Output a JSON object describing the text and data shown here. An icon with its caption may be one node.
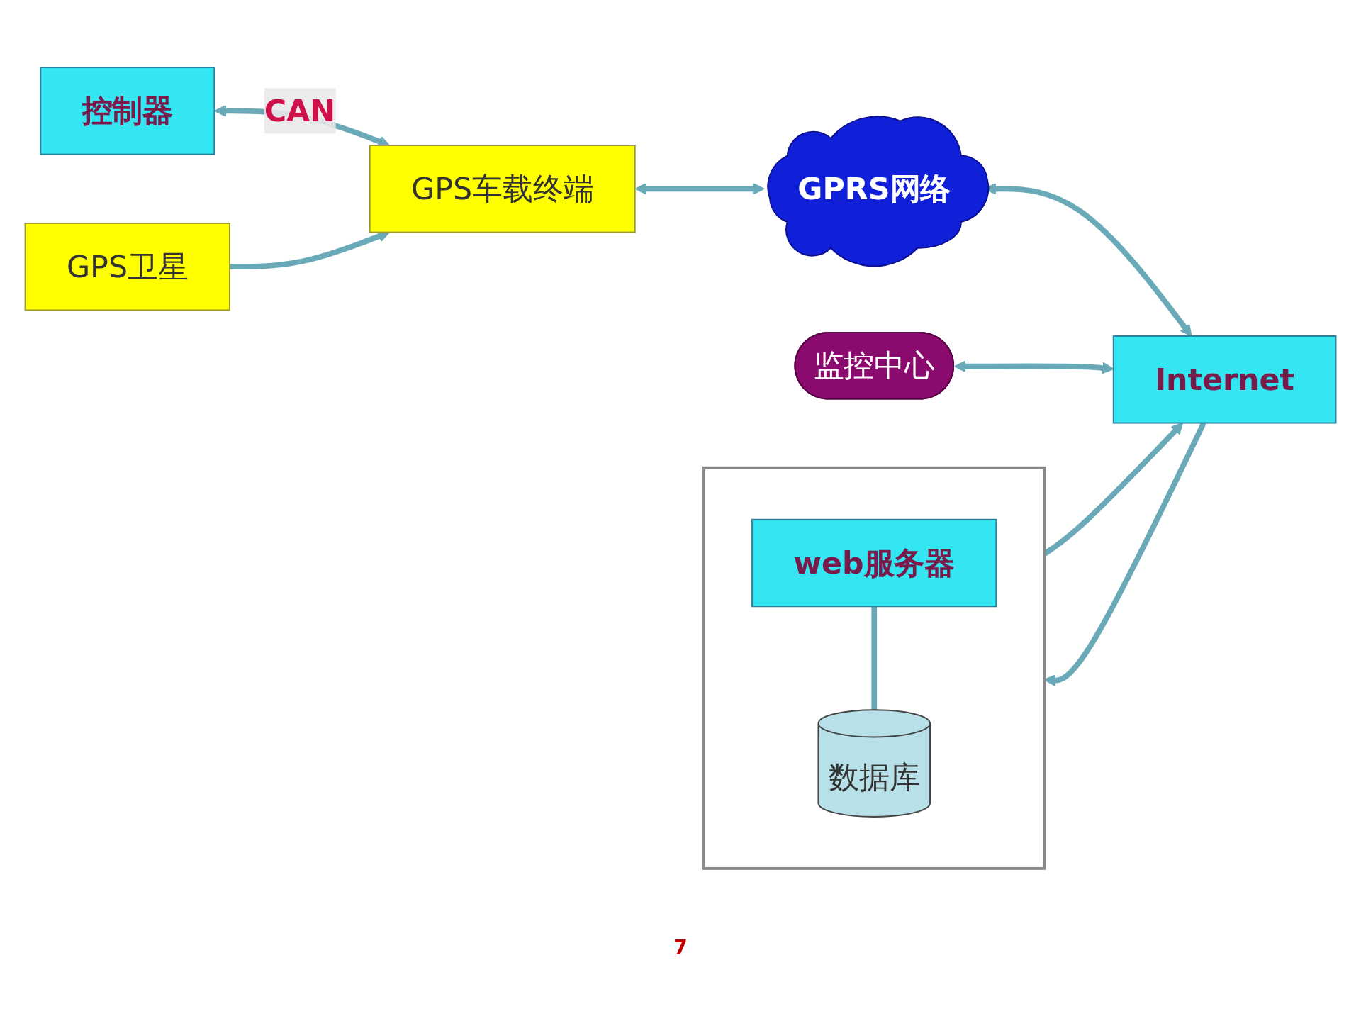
{
  "diagram": {
    "nodes": [
      {
        "text": [
          "控制器"
        ]
      },
      {
        "text": [
          "GPS卫星"
        ]
      },
      {
        "text": [
          "GPS车载终端"
        ]
      },
      {
        "text": [
          "GPRS网络"
        ]
      },
      {
        "text": [
          "监控中心"
        ]
      },
      {
        "text": [
          "Internet"
        ]
      },
      {
        "text": [],
        "shape": "box"
      },
      {
        "text": [
          "web服务器"
        ],
        "in": 6
      },
      {
        "text": [
          "数据库"
        ],
        "in": 6
      }
    ],
    "edges": [
      {
        "from": 0,
        "to": 2,
        "label": "CAN",
        "arrow": "both"
      },
      {
        "from": 1,
        "to": 2,
        "arrow": "to"
      },
      {
        "from": 2,
        "to": 3,
        "arrow": "both"
      },
      {
        "from": 3,
        "to": 5,
        "arrow": "both"
      },
      {
        "from": 4,
        "to": 5,
        "arrow": "both"
      },
      {
        "from": 6,
        "to": 5,
        "arrow": "to"
      },
      {
        "from": 5,
        "to": 6,
        "arrow": "to"
      },
      {
        "from": 7,
        "to": 8,
        "arrow": "none"
      }
    ],
    "labels": [
      "7"
    ]
  }
}
